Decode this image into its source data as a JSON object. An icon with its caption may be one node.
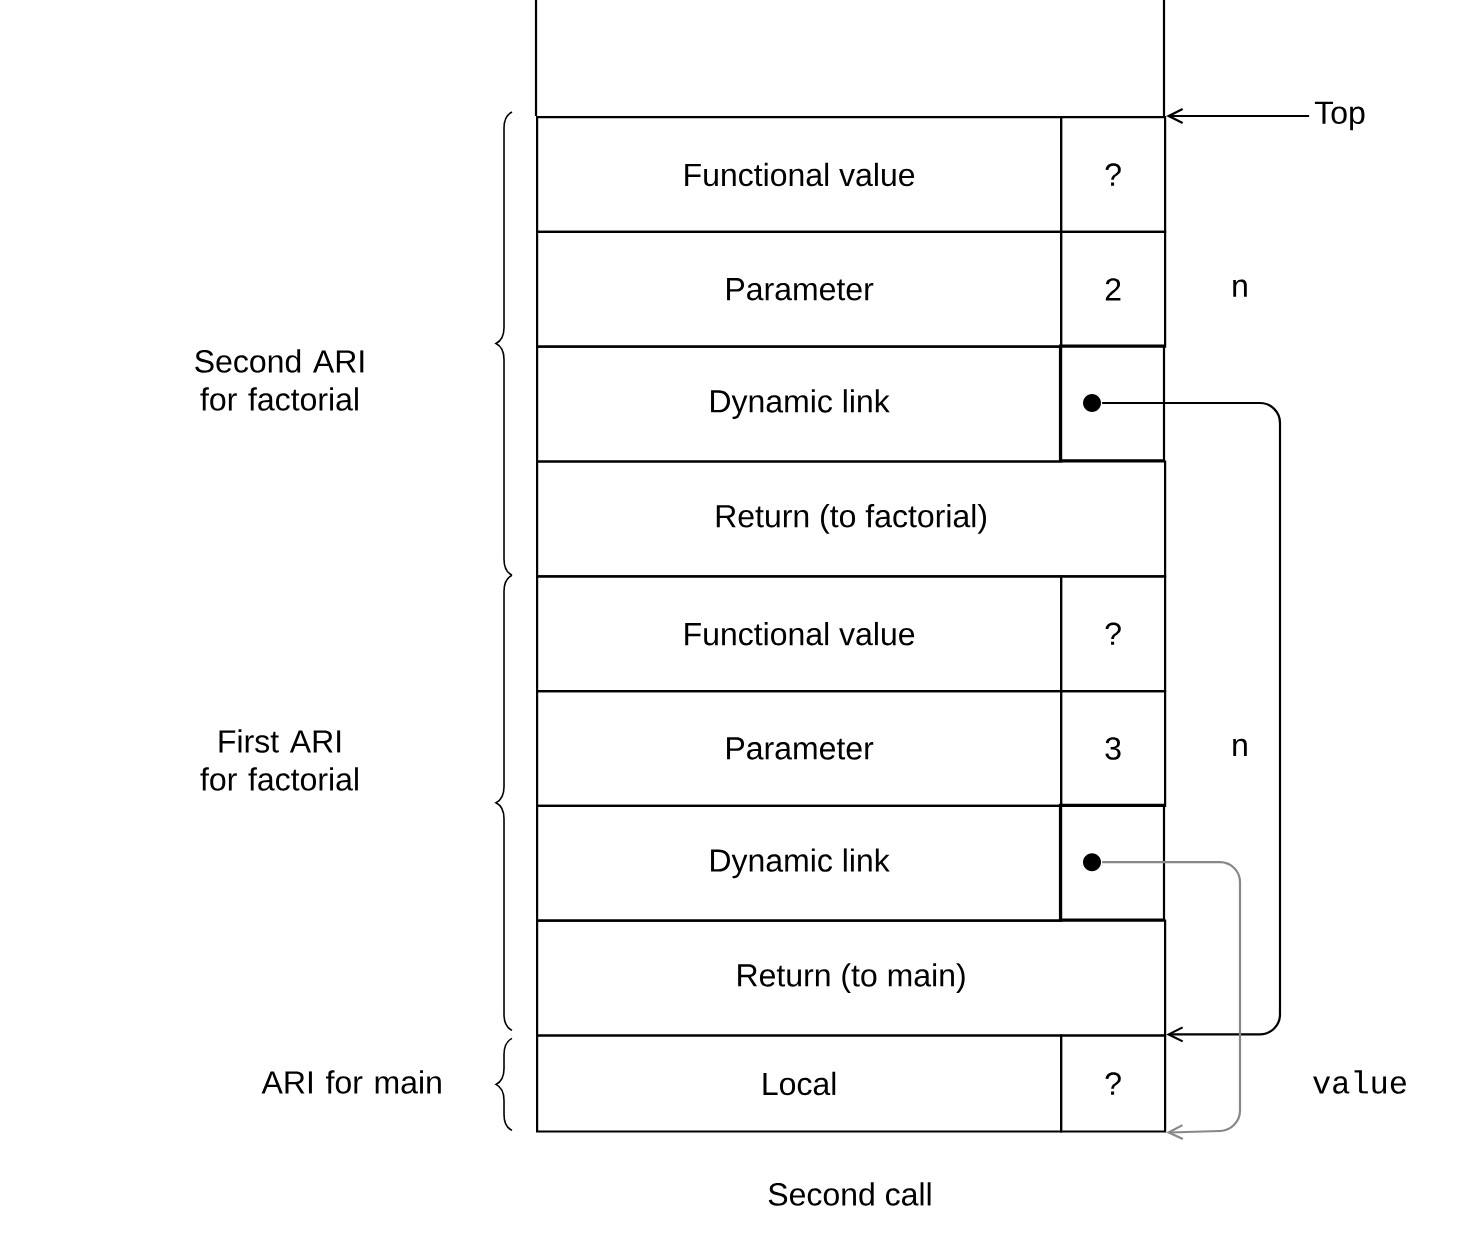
{
  "diagram": {
    "nodes": [
      {
        "text": [
          "Functional value"
        ]
      },
      {
        "text": [
          "?"
        ]
      },
      {
        "text": [
          "Parameter"
        ]
      },
      {
        "text": [
          "2"
        ]
      },
      {
        "text": [
          "Dynamic link"
        ]
      },
      {
        "text": [],
        "shape": "circle"
      },
      {
        "text": [
          "Return (to factorial)"
        ]
      },
      {
        "text": [
          "Functional value"
        ]
      },
      {
        "text": [
          "?"
        ]
      },
      {
        "text": [
          "Parameter"
        ]
      },
      {
        "text": [
          "3"
        ]
      },
      {
        "text": [
          "Dynamic link"
        ]
      },
      {
        "text": [],
        "shape": "circle"
      },
      {
        "text": [
          "Return (to main)"
        ]
      },
      {
        "text": [
          "Local"
        ]
      },
      {
        "text": [
          "?"
        ]
      },
      {
        "text": [
          "Top"
        ]
      }
    ],
    "edges": [
      {
        "from": 16,
        "to": 1,
        "arrow": "to"
      },
      {
        "from": 5,
        "to": 15,
        "arrow": "to"
      },
      {
        "from": 12,
        "to": 15,
        "arrow": "to",
        "color": "#888888"
      }
    ],
    "labels": [
      "Second ARI for factorial",
      "n",
      "First ARI for factorial",
      "n",
      "ARI for main",
      "value",
      "Second call"
    ]
  }
}
